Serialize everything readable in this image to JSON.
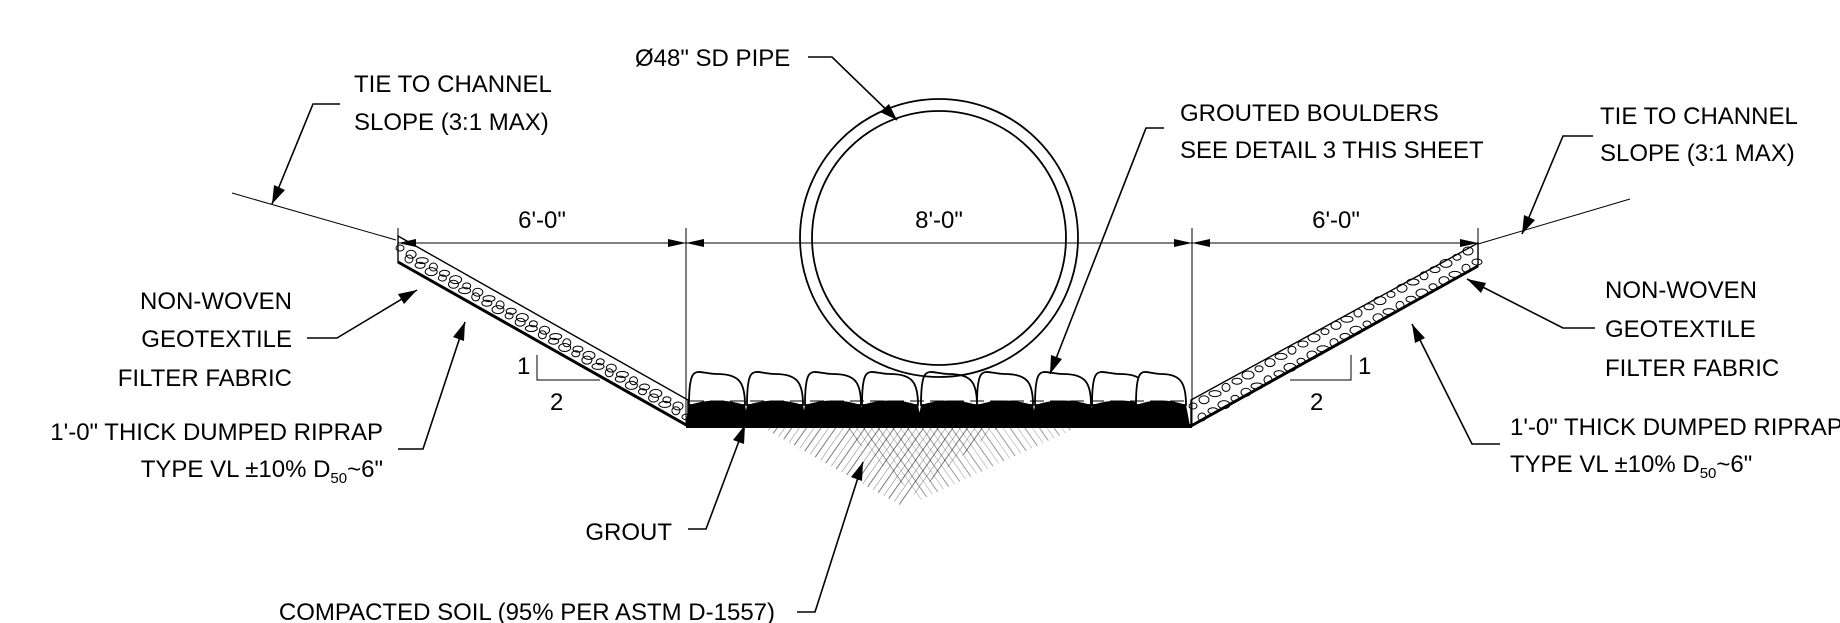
{
  "labels": {
    "pipe": "Ø48\" SD PIPE",
    "tie_left_1": "TIE TO CHANNEL",
    "tie_left_2": "SLOPE (3:1 MAX)",
    "tie_right_1": "TIE TO CHANNEL",
    "tie_right_2": "SLOPE (3:1 MAX)",
    "boulders_1": "GROUTED BOULDERS",
    "boulders_2": "SEE DETAIL 3 THIS SHEET",
    "fabric_left_1": "NON-WOVEN",
    "fabric_left_2": "GEOTEXTILE",
    "fabric_left_3": "FILTER FABRIC",
    "fabric_right_1": "NON-WOVEN",
    "fabric_right_2": "GEOTEXTILE",
    "fabric_right_3": "FILTER FABRIC",
    "riprap_left_1": "1'-0\" THICK DUMPED RIPRAP",
    "riprap_left_2a": "TYPE VL ±10% D",
    "riprap_left_2sub": "50",
    "riprap_left_2b": "~6\"",
    "riprap_right_1": "1'-0\" THICK DUMPED RIPRAP",
    "riprap_right_2a": "TYPE VL ±10% D",
    "riprap_right_2sub": "50",
    "riprap_right_2b": "~6\"",
    "grout": "GROUT",
    "soil": "COMPACTED SOIL (95% PER ASTM D-1557)"
  },
  "dimensions": {
    "left": "6'-0\"",
    "center": "8'-0\"",
    "right": "6'-0\""
  },
  "slope_markers": {
    "left_rise": "1",
    "left_run": "2",
    "right_rise": "1",
    "right_run": "2"
  }
}
